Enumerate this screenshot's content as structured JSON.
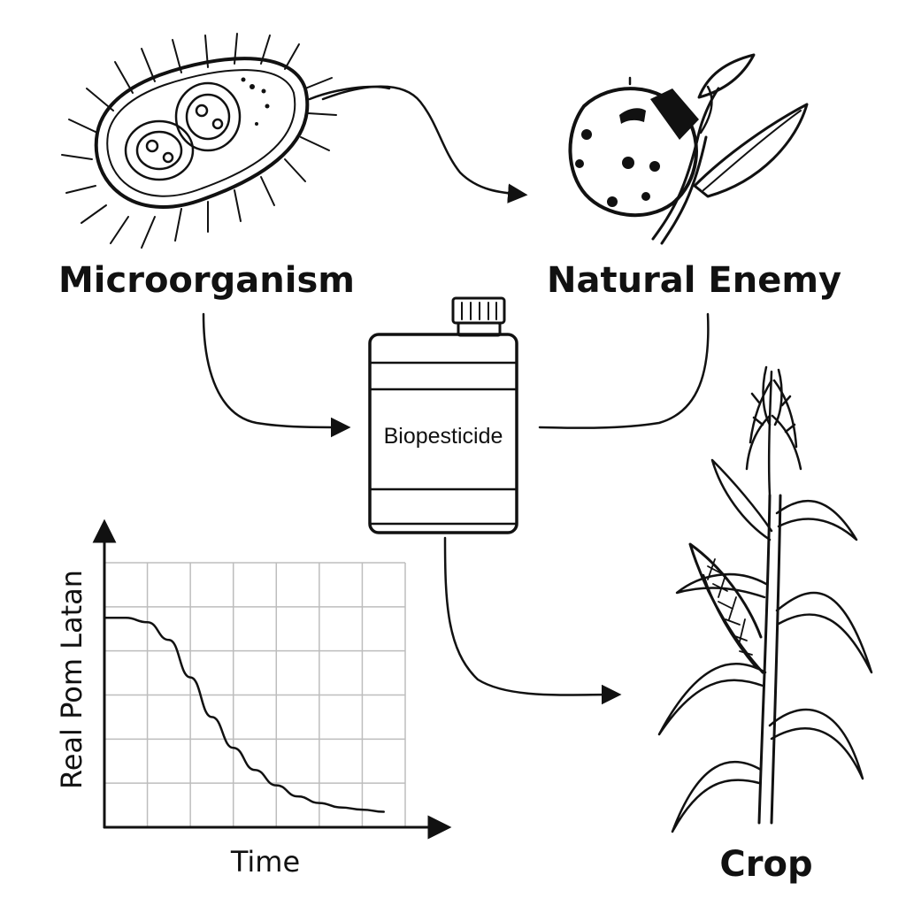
{
  "diagram": {
    "nodes": {
      "microorganism": "Microorganism",
      "natural_enemy": "Natural Enemy",
      "biopesticide": "Biopesticide",
      "crop": "Crop"
    },
    "edges": [
      {
        "from": "microorganism",
        "to": "natural_enemy"
      },
      {
        "from": "microorganism",
        "to": "biopesticide"
      },
      {
        "from": "natural_enemy",
        "to": "biopesticide"
      },
      {
        "from": "biopesticide",
        "to": "crop"
      }
    ],
    "colors": {
      "ink": "#111111",
      "grid": "#bdbdbd",
      "background": "#ffffff"
    }
  },
  "chart_data": {
    "type": "line",
    "title": "",
    "xlabel": "Time",
    "ylabel": "Real Pom Latan",
    "grid": true,
    "series": [
      {
        "values": [
          0.95,
          0.95,
          0.93,
          0.85,
          0.68,
          0.5,
          0.36,
          0.26,
          0.19,
          0.14,
          0.11,
          0.09,
          0.08,
          0.07
        ]
      }
    ],
    "x": [
      0,
      0.5,
      1,
      1.5,
      2,
      2.5,
      3,
      3.5,
      4,
      4.5,
      5,
      5.5,
      6,
      6.5
    ],
    "xlim": [
      0,
      7
    ],
    "ylim": [
      0,
      1.2
    ]
  }
}
